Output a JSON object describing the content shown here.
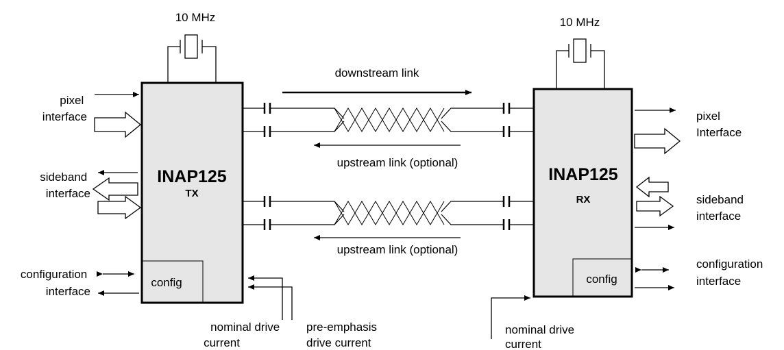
{
  "tx": {
    "crystal_label": "10 MHz",
    "name": "INAP125",
    "sub": "TX",
    "config": "config",
    "pixel_label": [
      "pixel",
      "interface"
    ],
    "sideband_label": [
      "sideband",
      "interface"
    ],
    "configuration_label": [
      "configuration",
      "interface"
    ],
    "nominal_label": [
      "nominal drive",
      "current"
    ],
    "preemph_label": [
      "pre-emphasis",
      "drive current"
    ]
  },
  "rx": {
    "crystal_label": "10 MHz",
    "name": "INAP125",
    "sub": "RX",
    "config": "config",
    "pixel_label": [
      "pixel",
      "Interface"
    ],
    "sideband_label": [
      "sideband",
      "interface"
    ],
    "configuration_label": [
      "configuration",
      "interface"
    ],
    "nominal_label": [
      "nominal drive",
      "current"
    ]
  },
  "links": {
    "downstream": "downstream link",
    "upstream_1": "upstream link (optional)",
    "upstream_2": "upstream link (optional)"
  }
}
